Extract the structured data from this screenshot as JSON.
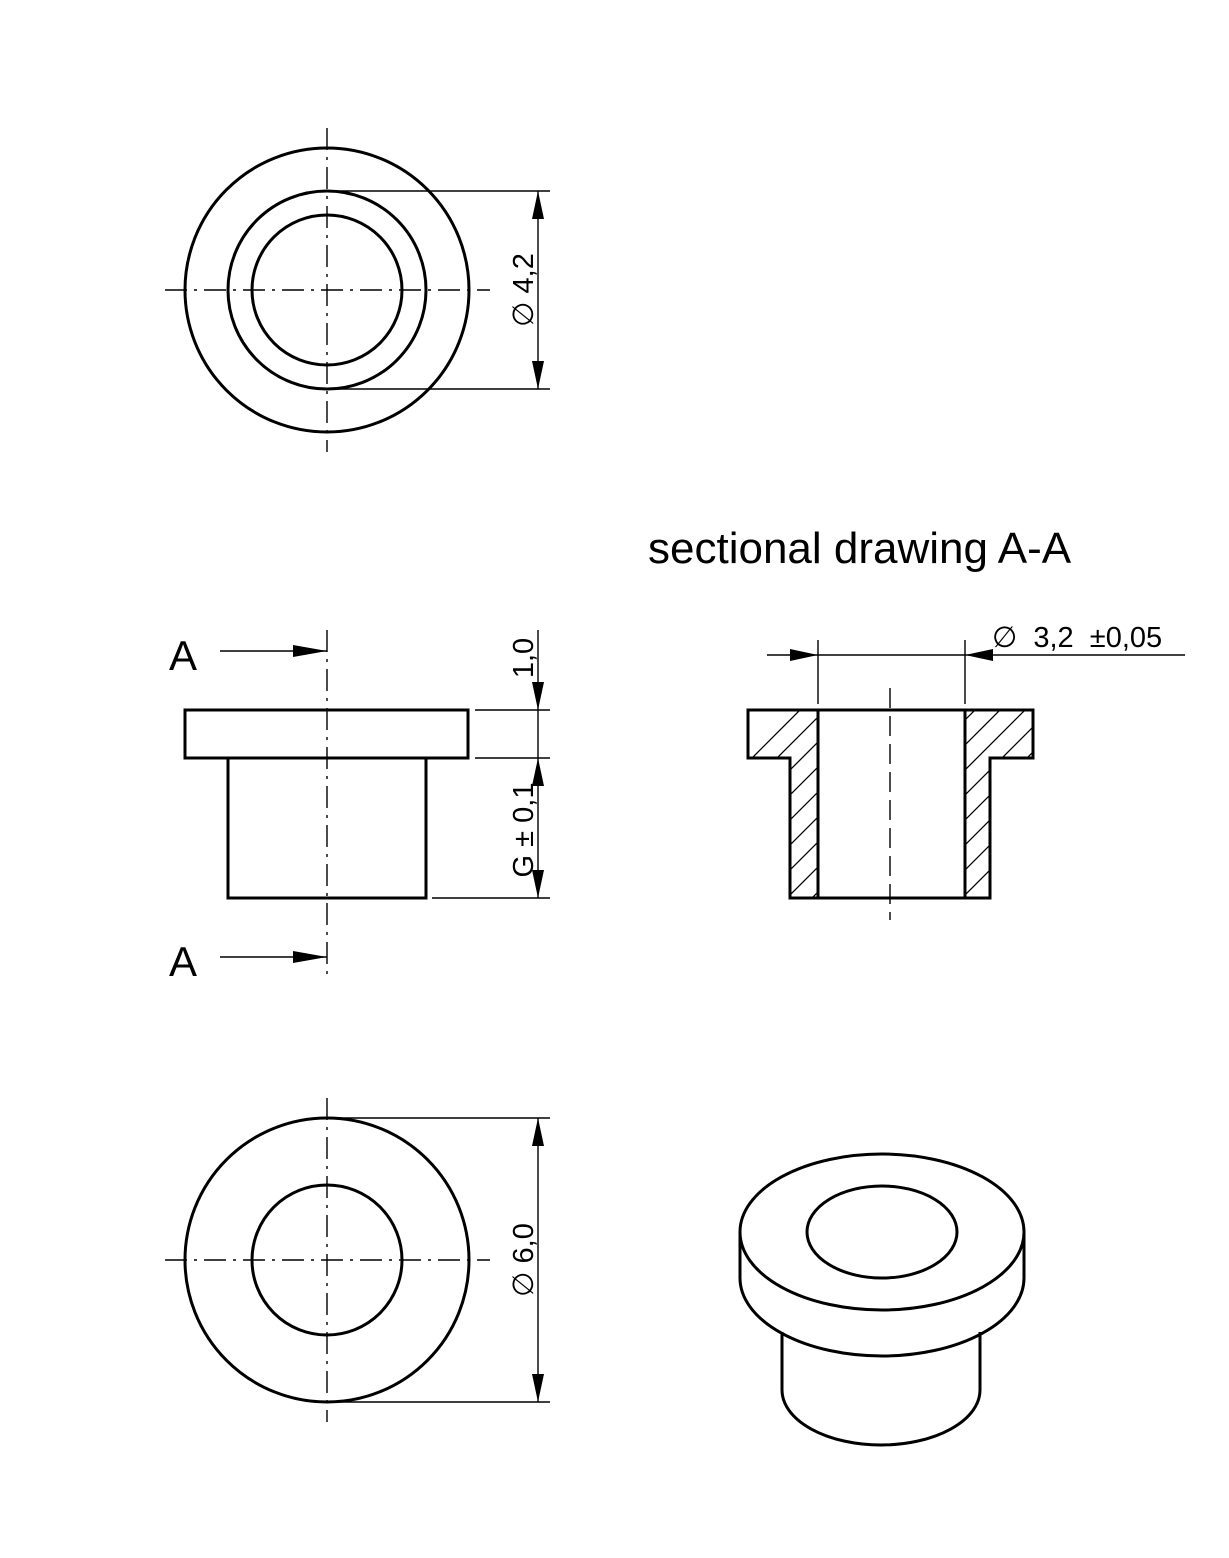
{
  "section_title": "sectional drawing A-A",
  "section_marker_top": "A",
  "section_marker_bottom": "A",
  "dimensions": {
    "top_view_diameter": "∅ 4,2",
    "flange_thickness": "1,0",
    "shaft_length": "G ± 0,1",
    "bore_diameter": "∅  3,2  ±0,05",
    "outer_diameter": "∅ 6,0"
  },
  "colors": {
    "line": "#000000",
    "background": "#ffffff"
  }
}
